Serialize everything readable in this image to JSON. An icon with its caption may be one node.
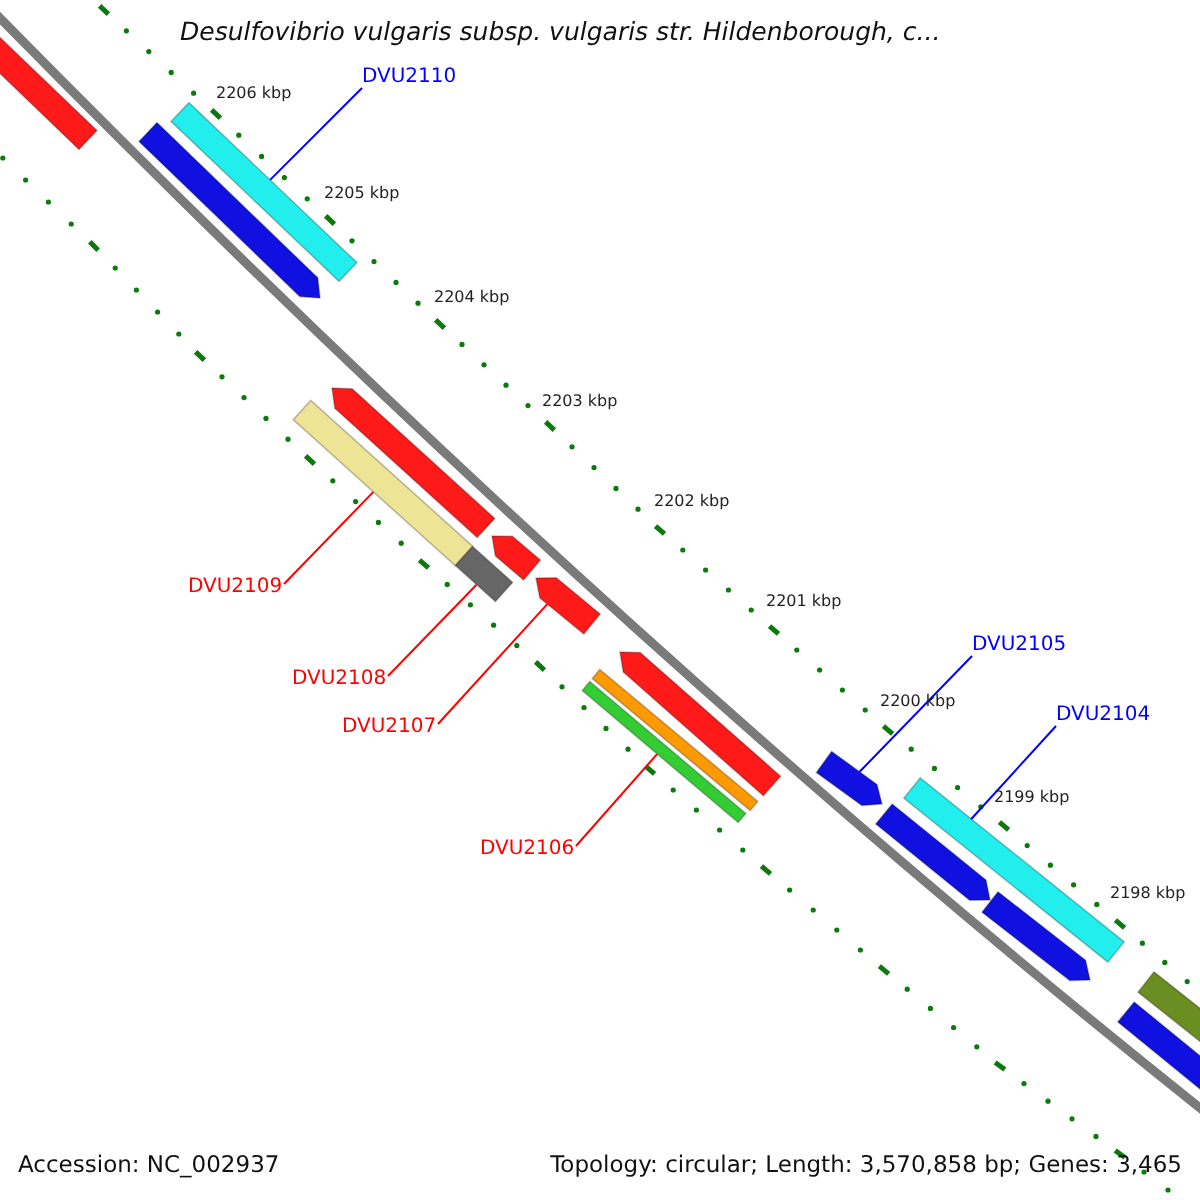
{
  "diagram": {
    "title": "Desulfovibrio vulgaris subsp. vulgaris str. Hildenborough, c...",
    "nodes": [
      {
        "text": [
          "DVU2110"
        ]
      },
      {
        "text": [
          "DVU2109"
        ]
      },
      {
        "text": [
          "DVU2108"
        ]
      },
      {
        "text": [
          "DVU2107"
        ]
      },
      {
        "text": [
          "DVU2106"
        ]
      },
      {
        "text": [
          "DVU2105"
        ]
      },
      {
        "text": [
          "DVU2104"
        ]
      },
      {
        "text": [],
        "shape": "bar"
      },
      {
        "text": [],
        "shape": "bar"
      },
      {
        "text": [],
        "shape": "bar"
      },
      {
        "text": [],
        "shape": "bar"
      },
      {
        "text": [],
        "shape": "bar"
      },
      {
        "text": [],
        "shape": "bar"
      },
      {
        "text": [],
        "shape": "bar"
      }
    ],
    "edges": [
      {
        "from": 0,
        "to": 7,
        "arrow": "none",
        "color": "#0000ff"
      },
      {
        "from": 1,
        "to": 8,
        "arrow": "none",
        "color": "#ff0000"
      },
      {
        "from": 2,
        "to": 9,
        "arrow": "none",
        "color": "#ff0000"
      },
      {
        "from": 3,
        "to": 10,
        "arrow": "none",
        "color": "#ff0000"
      },
      {
        "from": 4,
        "to": 11,
        "arrow": "none",
        "color": "#ff0000"
      },
      {
        "from": 5,
        "to": 12,
        "arrow": "none",
        "color": "#0000ff"
      },
      {
        "from": 6,
        "to": 13,
        "arrow": "none",
        "color": "#0000ff"
      }
    ],
    "labels": [
      "2206 kbp",
      "2205 kbp",
      "2204 kbp",
      "2203 kbp",
      "2202 kbp",
      "2201 kbp",
      "2200 kbp",
      "2199 kbp",
      "2198 kbp",
      "Accession: NC_002937",
      "Topology: circular; Length: 3,570,858 bp; Genes: 3,465"
    ]
  }
}
